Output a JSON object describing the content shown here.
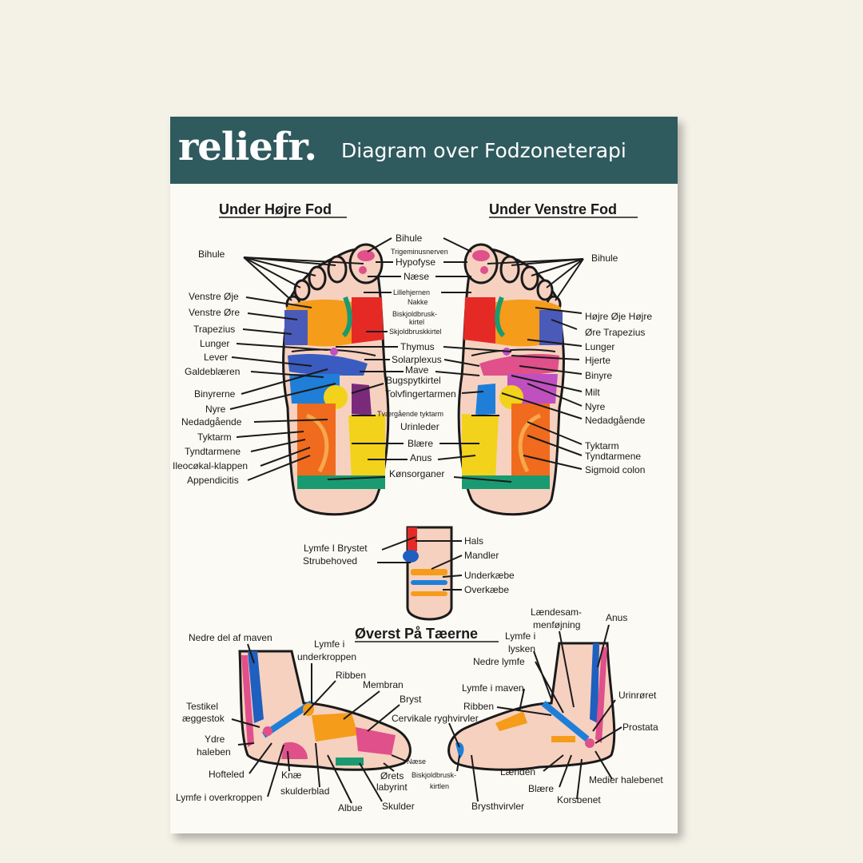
{
  "header": {
    "logo": "reliefr.",
    "title": "Diagram over Fodzoneterapi"
  },
  "sections": {
    "right_sole": "Under Højre Fod",
    "left_sole": "Under Venstre Fod",
    "toes_top": "Øverst På Tæerne"
  },
  "right_sole_labels": {
    "bihule": "Bihule",
    "venstre_oje": "Venstre Øje",
    "venstre_ore": "Venstre Øre",
    "trapezius": "Trapezius",
    "lunger": "Lunger",
    "lever": "Lever",
    "galdeblaeren": "Galdeblæren",
    "binyrerne": "Binyrerne",
    "nyre": "Nyre",
    "nedadgaende": "Nedadgående",
    "tyktarm": "Tyktarm",
    "tyndtarmene": "Tyndtarmene",
    "ileocokal": "Ileocøkal-klappen",
    "appendicitis": "Appendicitis"
  },
  "center_labels": {
    "bihule": "Bihule",
    "trigeminus": "Trigeminusnerven",
    "hypofyse": "Hypofyse",
    "naese": "Næse",
    "lillehjernen": "Lillehjernen",
    "nakke": "Nakke",
    "biskjold1": "Biskjoldbrusk-",
    "biskjold2": "kirtel",
    "skjold": "Skjoldbruskkirtel",
    "thymus": "Thymus",
    "solarplexus": "Solarplexus",
    "mave": "Mave",
    "bugspyt": "Bugspytkirtel",
    "tolvfinger": "Tolvfingertarmen",
    "tvaergaende": "Tværgående tyktarm",
    "urinleder": "Urinleder",
    "blaere": "Blære",
    "anus": "Anus",
    "konsorganer": "Kønsorganer"
  },
  "left_sole_labels": {
    "bihule": "Bihule",
    "hojre_oje": "Højre Øje Højre",
    "ore_trapezius": "Øre Trapezius",
    "lunger": "Lunger",
    "hjerte": "Hjerte",
    "binyre": "Binyre",
    "milt": "Milt",
    "nyre": "Nyre",
    "nedadgaende": "Nedadgående",
    "tyktarm": "Tyktarm",
    "tyndtarmene": "Tyndtarmene",
    "sigmoid": "Sigmoid colon"
  },
  "toe_labels": {
    "lymfe_brystet": "Lymfe  I  Brystet",
    "strubehoved": "Strubehoved",
    "hals": "Hals",
    "mandler": "Mandler",
    "underkaebe": "Underkæbe",
    "overkaebe": "Overkæbe"
  },
  "inner_foot_labels": {
    "nedre_del": "Nedre del af maven",
    "lymfe_i": "Lymfe i",
    "underkroppen": "underkroppen",
    "ribben": "Ribben",
    "membran": "Membran",
    "bryst": "Bryst",
    "testikel": "Testikel",
    "aeggestok": "æggestok",
    "ydre": "Ydre",
    "haleben": "haleben",
    "hofteled": "Hofteled",
    "knae": "Knæ",
    "skulderblad": "skulderblad",
    "lymfe_overkroppen": "Lymfe i overkroppen",
    "albue": "Albue",
    "skulder": "Skulder",
    "orets": "Ørets",
    "labyrint": "labyrint",
    "naese": "Næse"
  },
  "outer_foot_labels": {
    "laendesam1": "Lændesam-",
    "laendesam2": "menføjning",
    "anus": "Anus",
    "lymfe_i": "Lymfe i",
    "lysken": "lysken",
    "nedre_lymfe": "Nedre lymfe",
    "lymfe_maven": "Lymfe i maven",
    "urinroret": "Urinrøret",
    "ribben": "Ribben",
    "cervikale": "Cervikale ryghvirvler",
    "prostata": "Prostata",
    "biskjold1": "Biskjoldbrusk-",
    "biskjold2": "kirtlen",
    "laenden": "Lænden",
    "medier": "Medier halebenet",
    "blaere": "Blære",
    "korsbenet": "Korsbenet",
    "brysthvirvler": "Brysthvirvler"
  }
}
